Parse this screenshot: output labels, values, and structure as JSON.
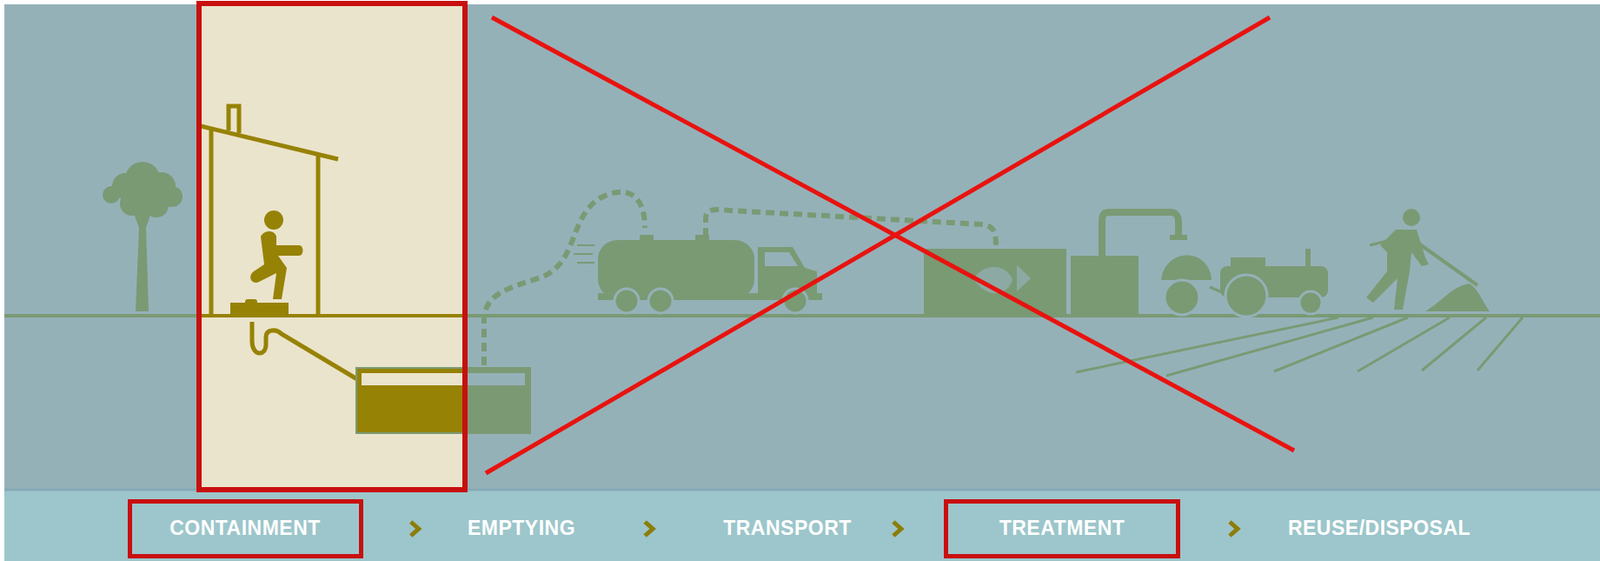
{
  "diagram": {
    "nodes": [
      {
        "text": [
          "CONTAINMENT"
        ]
      },
      {
        "text": [
          "EMPTYING"
        ]
      },
      {
        "text": [
          "TRANSPORT"
        ]
      },
      {
        "text": [
          "TREATMENT"
        ]
      },
      {
        "text": [
          "REUSE/DISPOSAL"
        ]
      }
    ],
    "edges": [
      {
        "from": 0,
        "to": 1,
        "arrow": "to"
      },
      {
        "from": 1,
        "to": 2,
        "arrow": "to"
      },
      {
        "from": 2,
        "to": 3,
        "arrow": "to"
      },
      {
        "from": 3,
        "to": 4,
        "arrow": "to"
      }
    ]
  }
}
